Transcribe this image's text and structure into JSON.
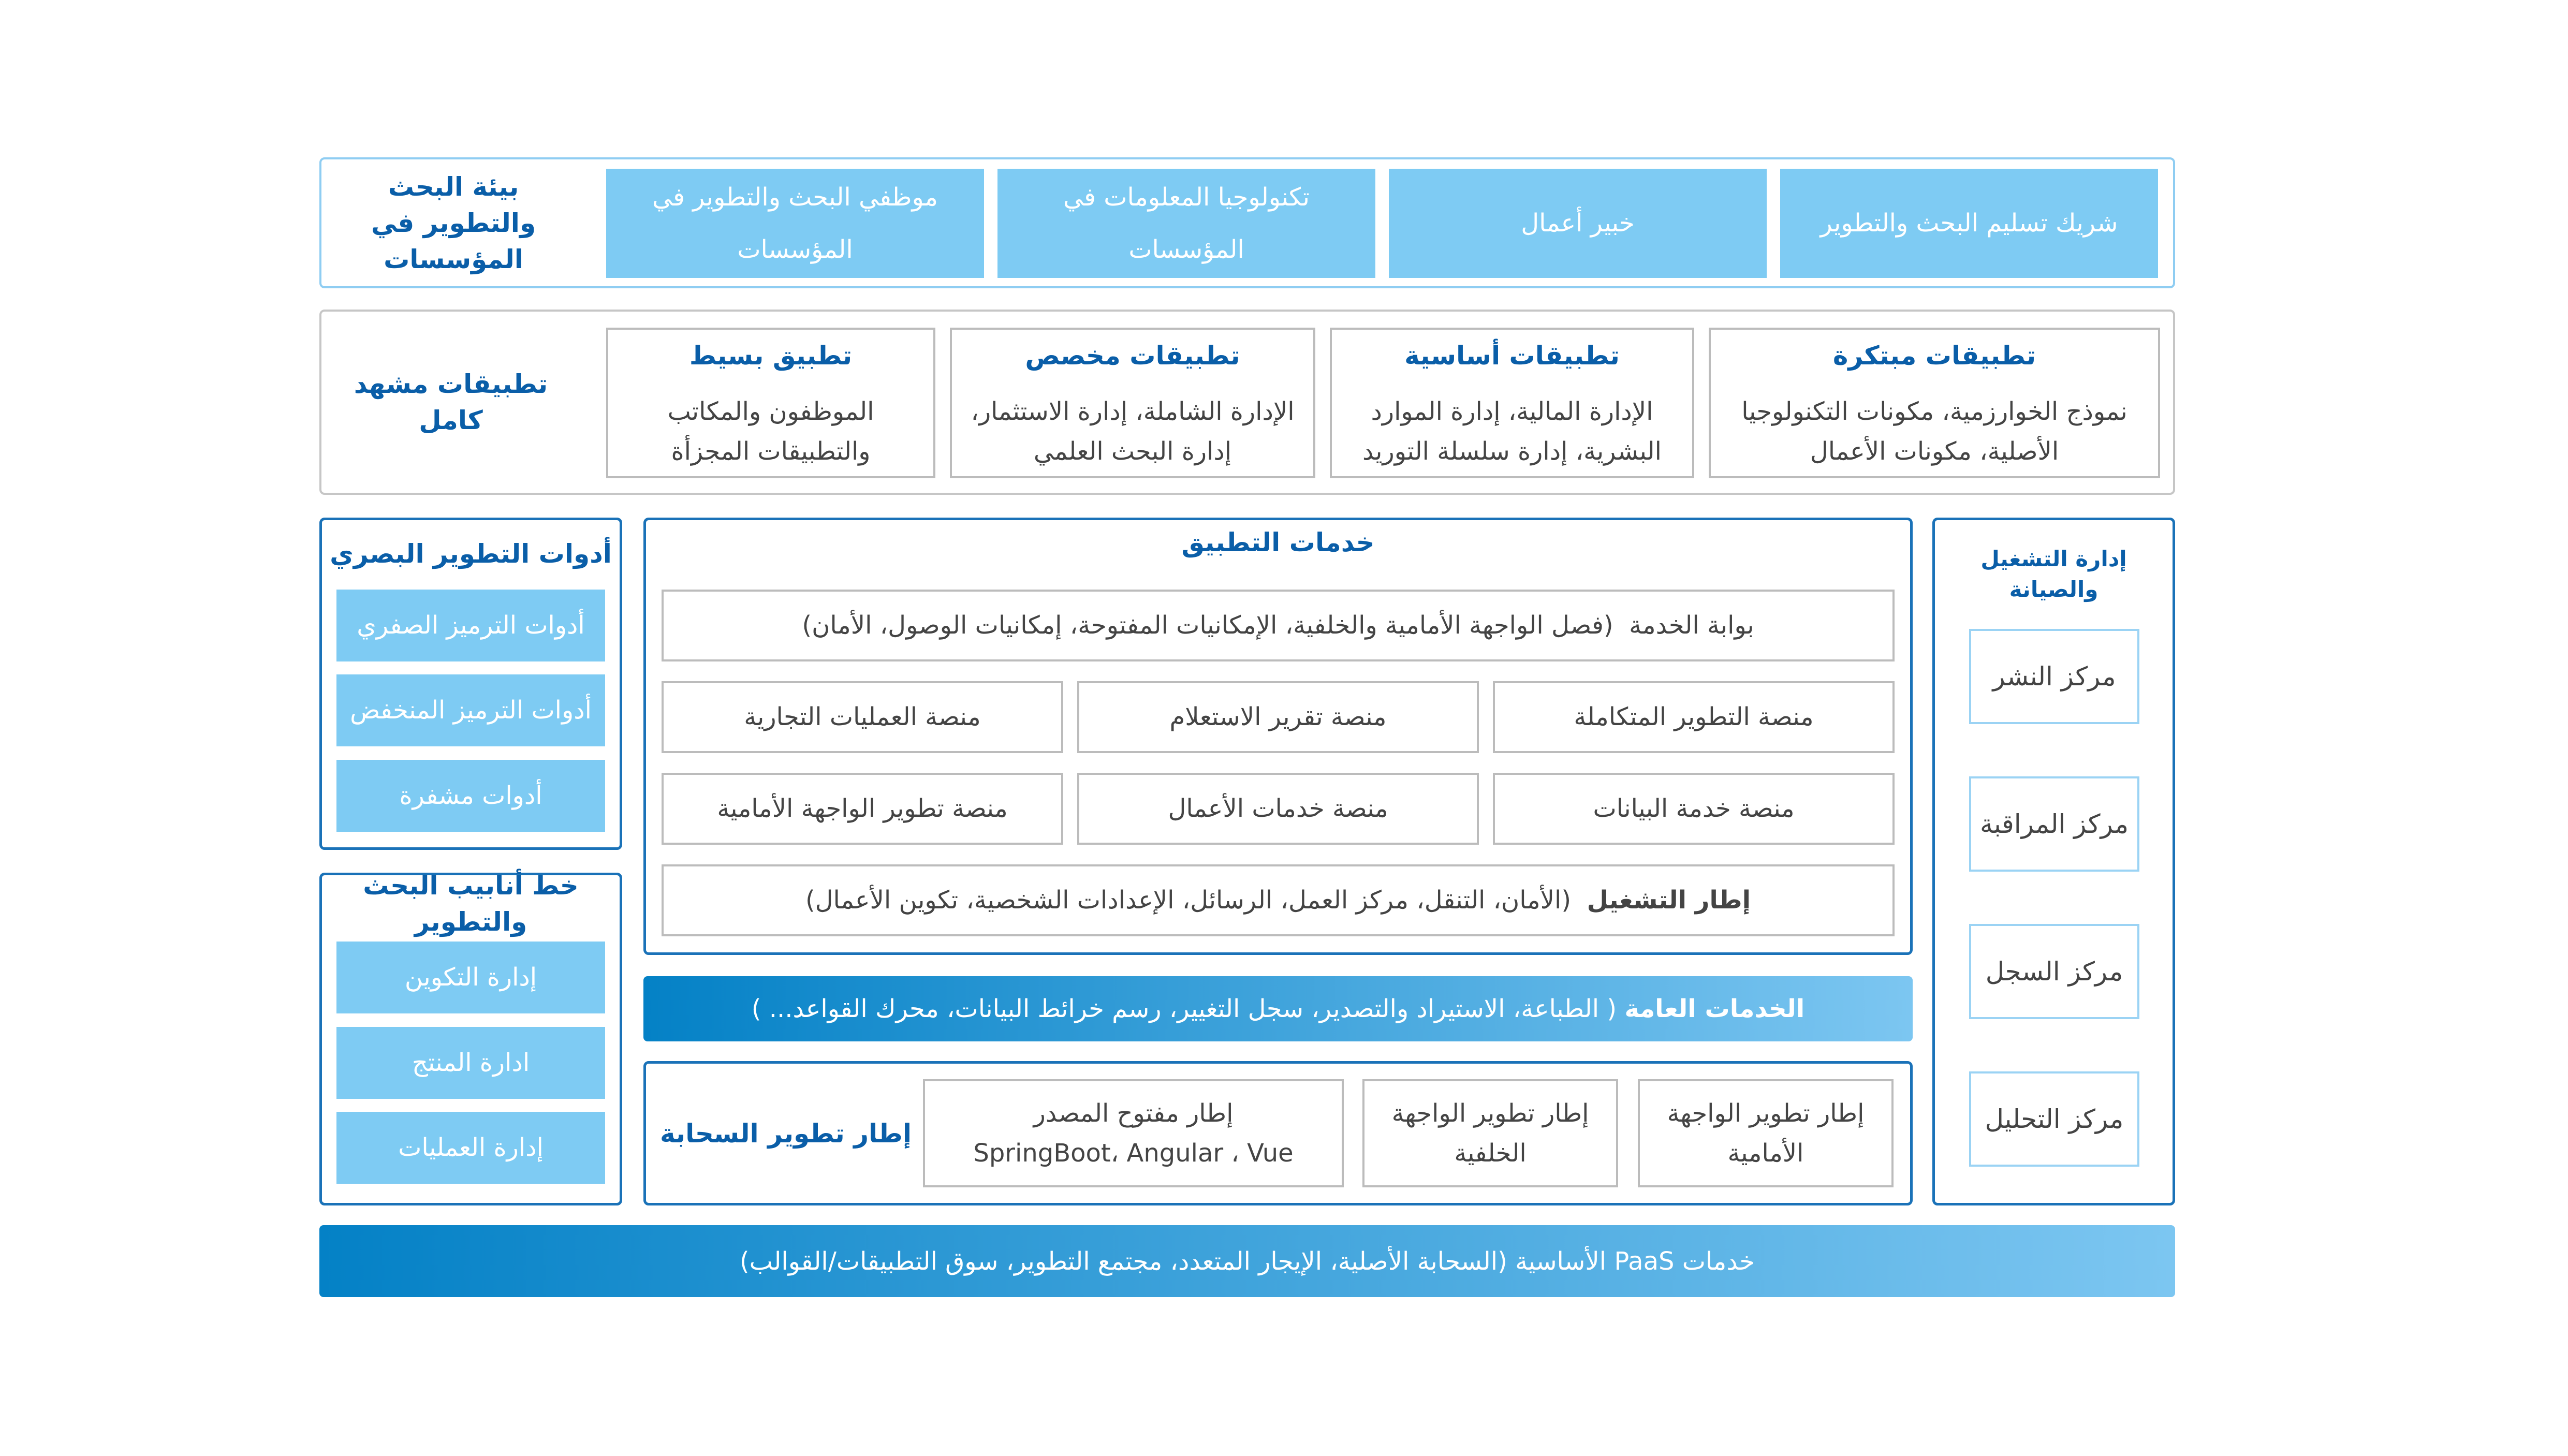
{
  "rd_env": {
    "title": "بيئة البحث والتطوير في المؤسسات",
    "items": [
      "موظفي البحث والتطوير في المؤسسات",
      "تكنولوجيا المعلومات في المؤسسات",
      "خبير أعمال",
      "شريك تسليم البحث والتطوير"
    ]
  },
  "apps": {
    "title": "تطبيقات مشهد كامل",
    "cards": [
      {
        "title": "تطبيق بسيط",
        "desc": "الموظفون والمكاتب والتطبيقات المجزأة"
      },
      {
        "title": "تطبيقات مخصص",
        "desc": "الإدارة الشاملة، إدارة الاستثمار، إدارة البحث العلمي"
      },
      {
        "title": "تطبيقات أساسية",
        "desc": "الإدارة المالية، إدارة الموارد البشرية، إدارة سلسلة التوريد"
      },
      {
        "title": "تطبيقات مبتكرة",
        "desc": "نموذج الخوارزمية، مكونات التكنولوجيا الأصلية، مكونات الأعمال"
      }
    ]
  },
  "visual_tools": {
    "title": "أدوات التطوير البصري",
    "items": [
      "أدوات الترميز الصفري",
      "أدوات الترميز المنخفض",
      "أدوات مشفرة"
    ]
  },
  "pipeline": {
    "title": "خط أنابيب البحث والتطوير",
    "items": [
      "إدارة التكوين",
      "ادارة المنتج",
      "إدارة العمليات"
    ]
  },
  "app_services": {
    "title": "خدمات التطبيق",
    "gateway": {
      "name": "بوابة الخدمة",
      "desc": "(فصل الواجهة الأمامية والخلفية، الإمكانيات المفتوحة، إمكانيات الوصول، الأمان)"
    },
    "platforms": [
      "منصة التطوير المتكاملة",
      "منصة تقرير الاستعلام",
      "منصة العمليات التجارية",
      "منصة خدمة البيانات",
      "منصة خدمات الأعمال",
      "منصة تطوير الواجهة الأمامية"
    ],
    "runtime": {
      "name": "إطار التشغيل",
      "desc": "(الأمان، التنقل، مركز العمل، الرسائل، الإعدادات الشخصية، تكوين الأعمال)"
    }
  },
  "common_services": {
    "name": "الخدمات العامة",
    "desc": "( الطباعة، الاستيراد والتصدير، سجل التغيير، رسم خرائط البيانات، محرك القواعد... )"
  },
  "cloud": {
    "title": "إطار تطوير السحابة",
    "items": [
      {
        "line1": "إطار تطوير الواجهة",
        "line2": "الأمامية"
      },
      {
        "line1": "إطار تطوير الواجهة",
        "line2": "الخلفية"
      },
      {
        "line1": "إطار مفتوح المصدر",
        "line2": "SpringBoot، Angular ، Vue"
      }
    ]
  },
  "ops": {
    "title": "إدارة التشغيل والصيانة",
    "items": [
      "مركز النشر",
      "مركز المراقبة",
      "مركز السجل",
      "مركز التحليل"
    ]
  },
  "paas": "خدمات PaaS الأساسية (السحابة الأصلية، الإيجار المتعدد، مجتمع التطوير، سوق التطبيقات/القوالب)"
}
